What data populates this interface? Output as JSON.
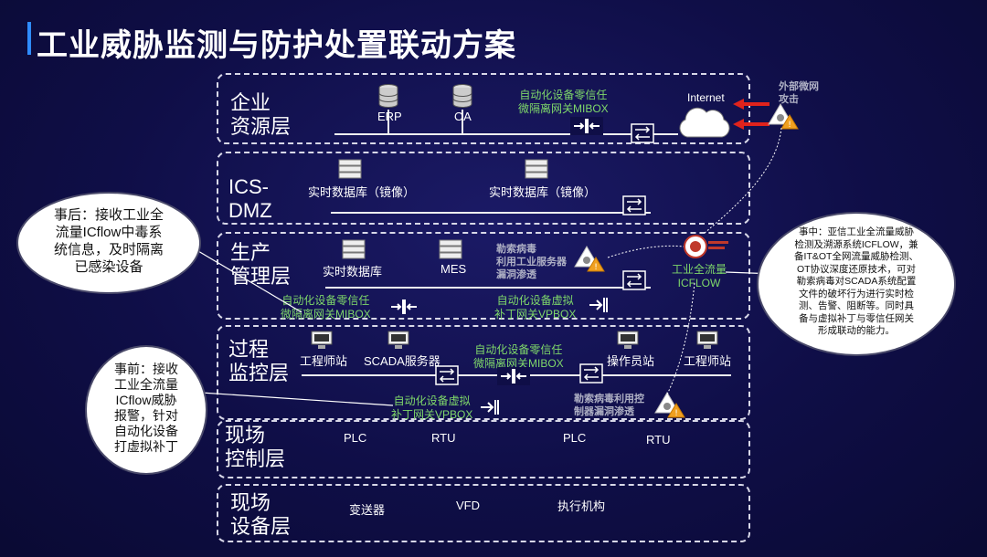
{
  "title": "工业威胁监测与防护处置联动方案",
  "layers": [
    {
      "label": "企业\n资源层"
    },
    {
      "label": "ICS-\nDMZ"
    },
    {
      "label": "生产\n管理层"
    },
    {
      "label": "过程\n监控层"
    },
    {
      "label": "现场\n控制层"
    },
    {
      "label": "现场\n设备层"
    }
  ],
  "enterprise": {
    "erp": "ERP",
    "oa": "OA",
    "mibox": "自动化设备零信任\n微隔离网关MIBOX",
    "internet": "Internet",
    "attack": "外部微网\n攻击"
  },
  "dmz": {
    "db1": "实时数据库（镜像）",
    "db2": "实时数据库（镜像）"
  },
  "production": {
    "db": "实时数据库",
    "mes": "MES",
    "ransom": "勒索病毒\n利用工业服务器\n漏洞渗透",
    "icflow": "工业全流量\nICFLOW",
    "mibox": "自动化设备零信任\n微隔离网关MIBOX",
    "vpbox": "自动化设备虚拟\n补丁网关VPBOX"
  },
  "process": {
    "eng1": "工程师站",
    "scada": "SCADA服务器",
    "mibox": "自动化设备零信任\n微隔离网关MIBOX",
    "op": "操作员站",
    "eng2": "工程师站",
    "vpbox": "自动化设备虚拟\n补丁网关VPBOX",
    "ransom2": "勒索病毒利用控\n制器漏洞渗透"
  },
  "control": {
    "plc1": "PLC",
    "rtu1": "RTU",
    "plc2": "PLC",
    "rtu2": "RTU"
  },
  "device": {
    "transmitter": "变送器",
    "vfd": "VFD",
    "actuator": "执行机构"
  },
  "bubbles": {
    "after": "事后：接收工业全\n流量ICflow中毒系\n统信息，及时隔离\n已感染设备",
    "before": "事前：接收\n工业全流量\nICflow威胁\n报警，针对\n自动化设备\n打虚拟补丁",
    "during": "事中：亚信工业全流量威胁\n检测及溯源系统ICFLOW，兼\n备IT&OT全网流量威胁检测、\nOT协议深度还原技术，可对\n勒索病毒对SCADA系统配置\n文件的破坏行为进行实时检\n测、告警、阻断等。同时具\n备与虚拟补丁与零信任网关\n形成联动的能力。"
  },
  "colors": {
    "background": "#0f0e47",
    "accent_green": "#7fd86a",
    "attack_red": "#e0231c",
    "warn_orange": "#f0a020"
  }
}
